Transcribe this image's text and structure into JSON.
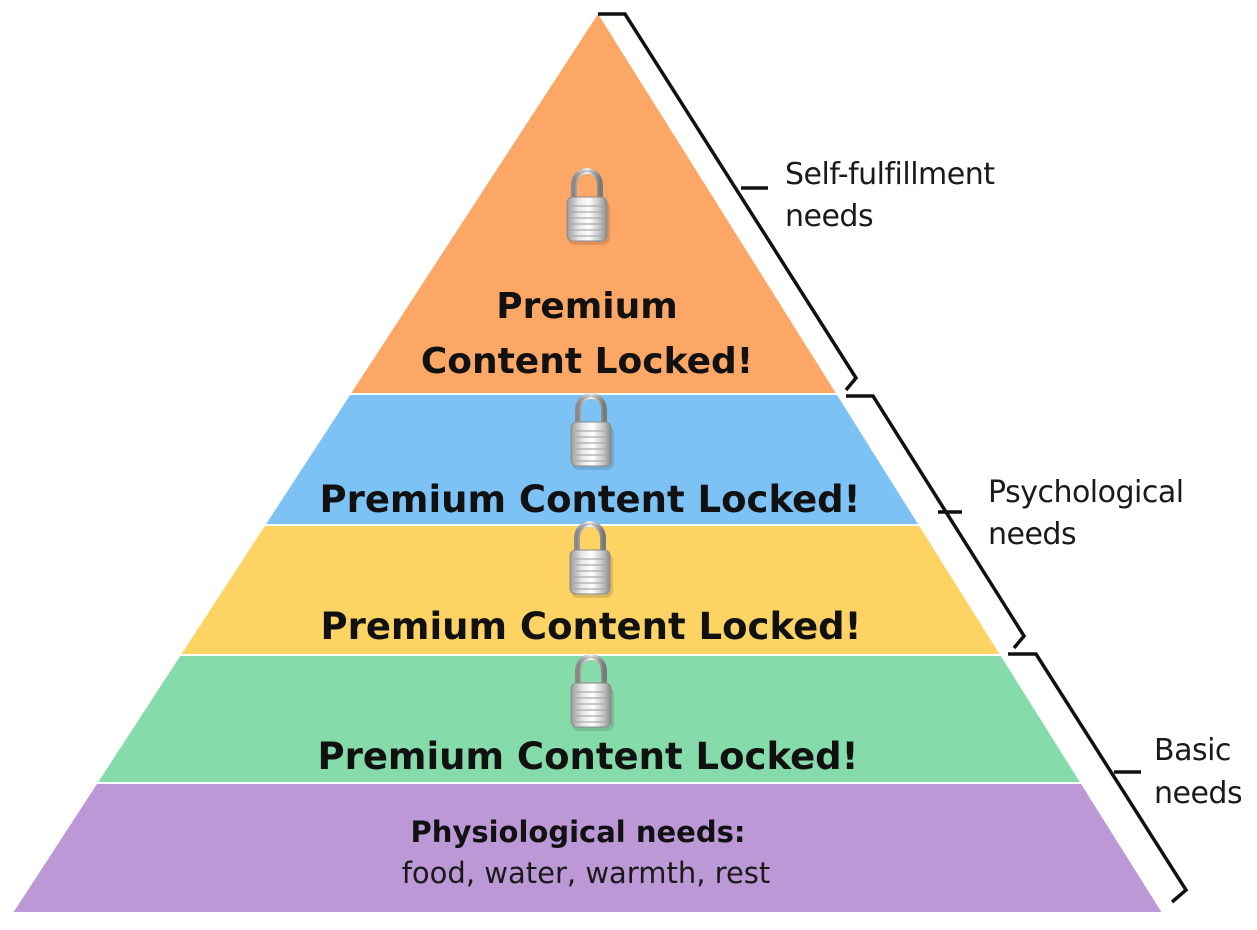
{
  "diagram": {
    "type": "pyramid",
    "title": "Hierarchy of needs",
    "layers": [
      {
        "id": "self-fulfillment",
        "color": "#FDA766",
        "locked": true,
        "lines": [
          "Premium",
          "Content Locked!"
        ]
      },
      {
        "id": "psychological-1",
        "color": "#7DC2F4",
        "locked": true,
        "lines": [
          "Premium Content Locked!"
        ]
      },
      {
        "id": "psychological-2",
        "color": "#FDD364",
        "locked": true,
        "lines": [
          "Premium Content Locked!"
        ]
      },
      {
        "id": "basic-1",
        "color": "#85DBA9",
        "locked": true,
        "lines": [
          "Premium Content Locked!"
        ]
      },
      {
        "id": "physiological",
        "color": "#BC98D6",
        "locked": false,
        "lines": [
          "Physiological needs:",
          "food, water, warmth, rest"
        ]
      }
    ],
    "brackets": [
      {
        "id": "self-fulfillment",
        "label_lines": [
          "Self-fulfillment",
          "needs"
        ],
        "spans_layers": [
          "self-fulfillment"
        ]
      },
      {
        "id": "psychological",
        "label_lines": [
          "Psychological",
          "needs"
        ],
        "spans_layers": [
          "psychological-1",
          "psychological-2"
        ]
      },
      {
        "id": "basic",
        "label_lines": [
          "Basic",
          "needs"
        ],
        "spans_layers": [
          "basic-1",
          "physiological"
        ]
      }
    ],
    "icons": {
      "lock": "padlock-icon"
    }
  }
}
